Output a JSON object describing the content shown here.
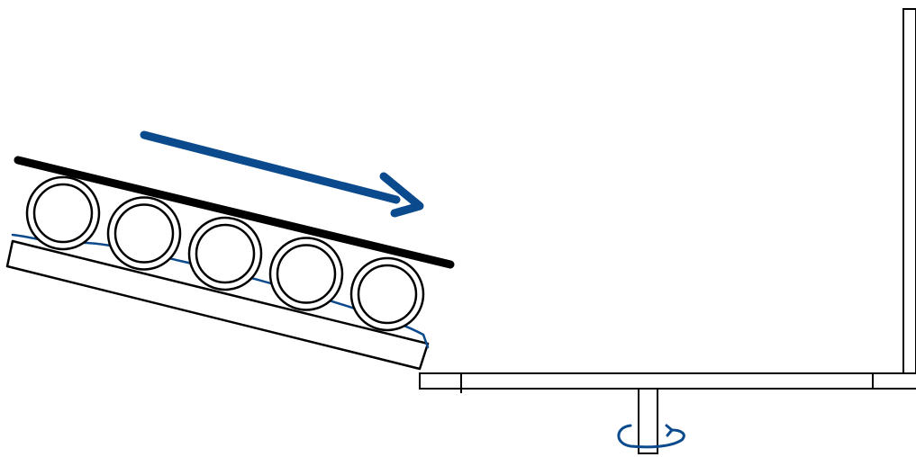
{
  "diagram": {
    "type": "line-drawing",
    "text_labels": [],
    "colors": {
      "outline": "#000000",
      "accent": "#0b4a8c",
      "background": "#ffffff"
    },
    "inclined_tray": {
      "roller_count": 5
    },
    "arrow": {
      "direction": "down-right"
    },
    "rotation_indicator": {
      "icon": "rotation-icon"
    }
  }
}
